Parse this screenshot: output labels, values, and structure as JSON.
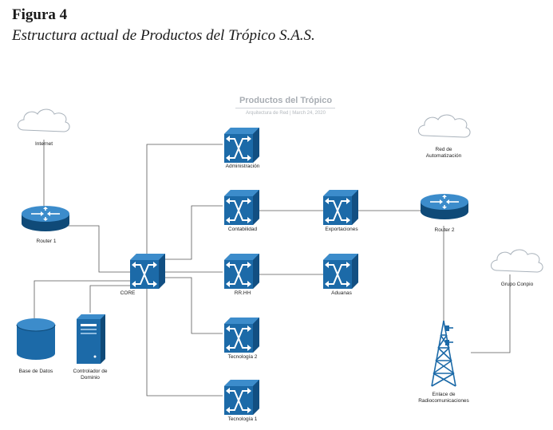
{
  "figure": {
    "number": "Figura 4",
    "caption": "Estructura actual de Productos del Trópico S.A.S."
  },
  "diagram": {
    "title": "Productos del Trópico",
    "subtitle": "Arquitectura de Red  |  March 24, 2020"
  },
  "nodes": {
    "internet": "Internet",
    "red_automatizacion_1": "Red de",
    "red_automatizacion_2": "Automatización",
    "grupo_conpio": "Grupo Conpio",
    "router1": "Router 1",
    "router2": "Router 2",
    "core": "CORE",
    "administracion": "Administración",
    "contabilidad": "Contabilidad",
    "exportaciones": "Exportaciones",
    "rrhh": "RR.HH",
    "aduanas": "Aduanas",
    "tecnologia2": "Tecnología 2",
    "tecnologia1": "Tecnología 1",
    "base_datos": "Base de Datos",
    "controlador_1": "Controlador de",
    "controlador_2": "Dominio",
    "enlace_1": "Enlace de",
    "enlace_2": "Radiocomunicaciones"
  },
  "colors": {
    "device_dark": "#0f4a78",
    "device_mid": "#1c6aa8",
    "device_light": "#3c8ccb",
    "line": "#5a5a5a",
    "cloud_stroke": "#a9b2bb"
  }
}
